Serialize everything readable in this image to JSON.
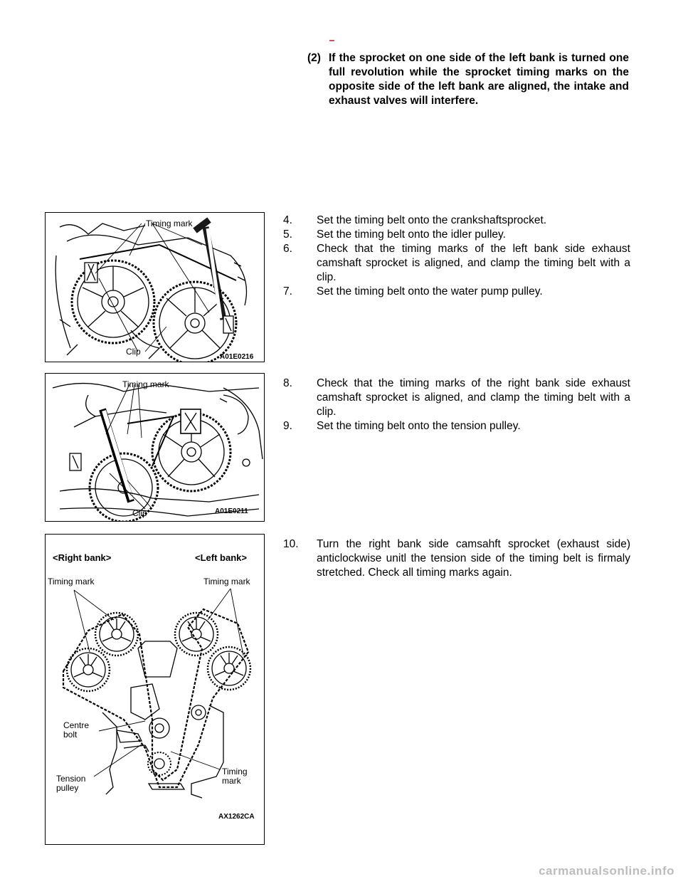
{
  "note": {
    "number": "(2)",
    "text": "If the sprocket on one side of the left bank is turned one full revolution while the sprocket timing marks on the opposite side of the left bank are aligned, the intake and exhaust valves will interfere."
  },
  "figures": [
    {
      "labels": {
        "timing_mark": "Timing mark",
        "clip": "Clip",
        "code": "A01E0216"
      }
    },
    {
      "labels": {
        "timing_mark": "Timing mark",
        "clip": "Clip",
        "code": "A01E0211"
      }
    },
    {
      "labels": {
        "right_bank": "<Right bank>",
        "left_bank": "<Left bank>",
        "timing_mark_left": "Timing mark",
        "timing_mark_right": "Timing mark",
        "centre_1": "Centre",
        "centre_2": "bolt",
        "tension_1": "Tension",
        "tension_2": "pulley",
        "timing_1": "Timing",
        "timing_2": "mark",
        "code": "AX1262CA"
      }
    }
  ],
  "steps_group_1": [
    {
      "num": "4.",
      "text": "Set the timing belt onto the crankshaftsprocket."
    },
    {
      "num": "5.",
      "text": "Set the timing belt onto the idler pulley."
    },
    {
      "num": "6.",
      "text": "Check that the timing marks of the left bank side exhaust camshaft sprocket is aligned, and clamp the timing belt with a clip."
    },
    {
      "num": "7.",
      "text": "Set the timing belt onto the water pump pulley."
    }
  ],
  "steps_group_2": [
    {
      "num": "8.",
      "text": "Check that the timing marks of the right bank side exhaust camshaft sprocket is aligned, and clamp the timing belt with a clip."
    },
    {
      "num": "9.",
      "text": "Set the timing belt onto the tension pulley."
    }
  ],
  "steps_group_3": [
    {
      "num": "10.",
      "text": "Turn the right bank side camsahft sprocket (exhaust side) anticlockwise unitl the tension side of the timing belt is firmaly stretched. Check all timing marks again."
    }
  ],
  "footer": "carmanualsonline.info"
}
